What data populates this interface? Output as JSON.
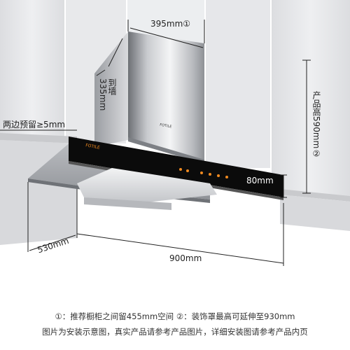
{
  "dimensions": {
    "chimney_width": "395mm",
    "chimney_width_note": "①",
    "to_wall_label": "到墙",
    "to_wall_value": "335mm",
    "side_reserve": "两边预留≥5mm",
    "product_height": "产品高590mm",
    "product_height_note": "②",
    "panel_height": "80mm",
    "depth": "530mm",
    "width": "900mm"
  },
  "product": {
    "brand_mark": "FOTILE",
    "chimney_logo": "FOTILE"
  },
  "notes": {
    "line1": "①：推荐橱柜之间留455mm空间   ②：装饰罩最高可延伸至930mm",
    "line2": "图片为安装示意图，真实产品请参考产品图片，详细安装图请参考产品内页"
  },
  "colors": {
    "wall": "#e6e7e9",
    "cabinet": "#d6d7da",
    "steel_light": "#f0f1f3",
    "steel_dark": "#8b8e93",
    "panel": "#0b0b0b",
    "accent_orange": "#f08a20"
  }
}
